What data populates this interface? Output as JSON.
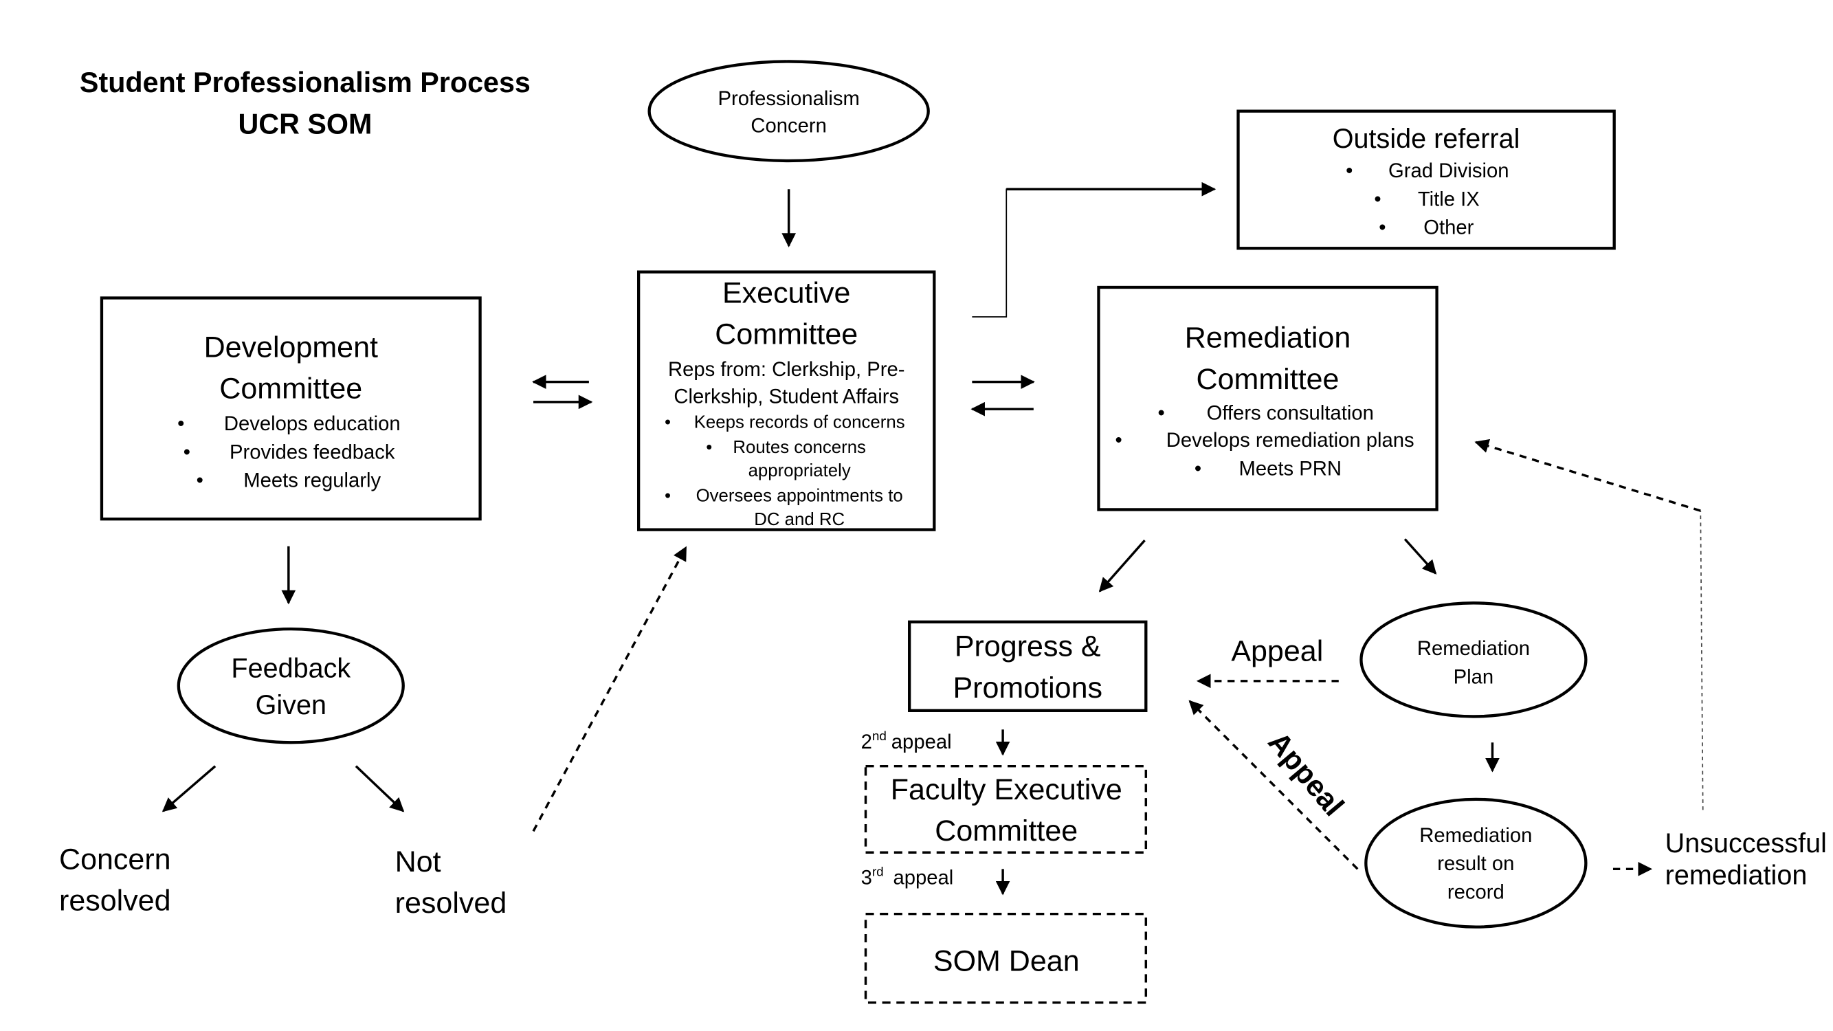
{
  "title": {
    "line1": "Student Professionalism Process",
    "line2": "UCR SOM"
  },
  "professionalism_concern": {
    "lines": [
      "Professionalism",
      "Concern"
    ]
  },
  "outside_referral": {
    "heading": "Outside referral",
    "items": [
      "Grad Division",
      "Title IX",
      "Other"
    ]
  },
  "development_committee": {
    "heading": [
      "Development",
      "Committee"
    ],
    "items": [
      "Develops education",
      "Provides feedback",
      "Meets regularly"
    ]
  },
  "executive_committee": {
    "heading": [
      "Executive",
      "Committee"
    ],
    "reps": [
      "Reps from: Clerkship, Pre-",
      "Clerkship, Student Affairs"
    ],
    "items": [
      "Keeps records of concerns",
      "Routes concerns",
      "appropriately",
      "Oversees appointments to",
      "DC and RC"
    ]
  },
  "remediation_committee": {
    "heading": [
      "Remediation",
      "Committee"
    ],
    "items": [
      "Offers consultation",
      "Develops remediation plans",
      "Meets PRN"
    ]
  },
  "feedback_given": {
    "lines": [
      "Feedback",
      "Given"
    ]
  },
  "outcomes": {
    "resolved": [
      "Concern",
      "resolved"
    ],
    "not_resolved": [
      "Not",
      "resolved"
    ]
  },
  "progress_promotions": {
    "lines": [
      "Progress &",
      "Promotions"
    ]
  },
  "second_appeal": {
    "num": "2",
    "sup": "nd",
    "text": "appeal"
  },
  "faculty_executive": {
    "lines": [
      "Faculty Executive",
      "Committee"
    ]
  },
  "third_appeal": {
    "num": "3",
    "sup": "rd",
    "text": "appeal"
  },
  "som_dean": {
    "label": "SOM Dean"
  },
  "remediation_plan": {
    "lines": [
      "Remediation",
      "Plan"
    ]
  },
  "remediation_result": {
    "lines": [
      "Remediation",
      "result on",
      "record"
    ]
  },
  "appeal_labels": {
    "top": "Appeal",
    "diagonal": "Appeal"
  },
  "unsuccessful": {
    "lines": [
      "Unsuccessful",
      "remediation"
    ]
  }
}
